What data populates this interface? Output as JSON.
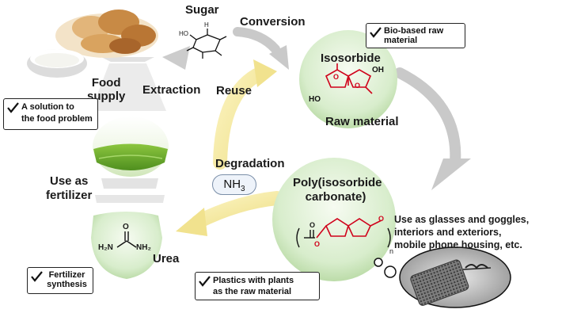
{
  "labels": {
    "sugar": "Sugar",
    "conversion": "Conversion",
    "isosorbide": "Isosorbide",
    "raw_material": "Raw material",
    "food_supply": "Food\nsupply",
    "extraction": "Extraction",
    "reuse": "Reuse",
    "degradation": "Degradation",
    "nh3_base": "NH",
    "nh3_sub": "3",
    "use_as_fertilizer": "Use as\nfertilizer",
    "polymer_name": "Poly(isosorbide\ncarbonate)",
    "urea": "Urea",
    "uses": "Use as glasses and goggles,\ninteriors and exteriors,\nmobile phone housing, etc."
  },
  "notes": {
    "bio_based": "Bio-based raw\nmaterial",
    "food_problem": "A solution to\nthe food problem",
    "fertilizer_synthesis": "Fertilizer\nsynthesis",
    "plastics": "Plastics with plants\nas the raw material"
  },
  "chem": {
    "oh": "OH",
    "ho": "HO",
    "o": "O",
    "h": "H",
    "n_sub": "n",
    "urea_nh2_left": "H₂N",
    "urea_nh2_right": "NH₂",
    "urea_o": "O"
  },
  "colors": {
    "grey_arrow": "#c9c9c9",
    "yellow_arrow": "#f4e79a",
    "bubble_green": "#d4ecc6",
    "chem_red": "#d0021b"
  },
  "icons": [
    "bread-food-image",
    "rice-field-image",
    "phone-goggles-product-image",
    "checkmark-icon"
  ]
}
